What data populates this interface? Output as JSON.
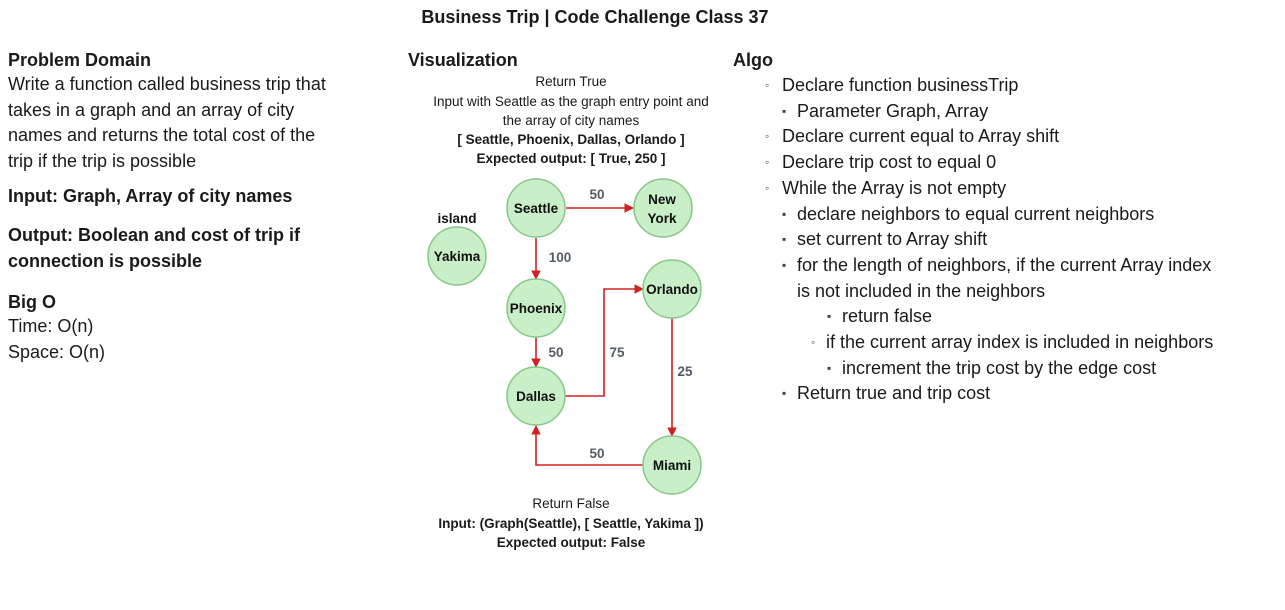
{
  "title": "Business Trip | Code Challenge Class 37",
  "problem_domain": {
    "heading": "Problem Domain",
    "text": [
      "Write a function called business trip that",
      "takes in a graph and an array of city",
      "names and returns the total cost of the",
      "trip if the trip is possible"
    ],
    "input": "Input: Graph, Array of city names",
    "output": [
      "Output: Boolean and cost of trip if",
      "connection is possible"
    ],
    "bigo_heading": "Big O",
    "time": "Time: O(n)",
    "space": "Space: O(n)"
  },
  "visualization": {
    "heading": "Visualization",
    "true_case": {
      "label": "Return True",
      "desc_1": "Input with Seattle as the graph entry point and",
      "desc_2": "the array of city names",
      "input": "[ Seattle, Phoenix, Dallas, Orlando ]",
      "expected": "Expected output: [ True, 250 ]"
    },
    "island_label": "island",
    "nodes": {
      "seattle": "Seattle",
      "newyork_1": "New",
      "newyork_2": "York",
      "yakima": "Yakima",
      "phoenix": "Phoenix",
      "orlando": "Orlando",
      "dallas": "Dallas",
      "miami": "Miami"
    },
    "edges": [
      {
        "from": "Seattle",
        "to": "New York",
        "weight": "50"
      },
      {
        "from": "Seattle",
        "to": "Phoenix",
        "weight": "100"
      },
      {
        "from": "Phoenix",
        "to": "Dallas",
        "weight": "50"
      },
      {
        "from": "Dallas",
        "to": "Orlando",
        "weight": "75"
      },
      {
        "from": "Orlando",
        "to": "Miami",
        "weight": "25"
      },
      {
        "from": "Miami",
        "to": "Dallas",
        "weight": "50"
      }
    ],
    "false_case": {
      "label": "Return False",
      "input": "Input: (Graph(Seattle), [ Seattle, Yakima ])",
      "expected": "Expected output: False"
    },
    "colors": {
      "node_fill": "#c9efc9",
      "node_stroke": "#86c886",
      "edge": "#d42020"
    }
  },
  "algo": {
    "heading": "Algo",
    "items": [
      {
        "level": 1,
        "bullet": "◦",
        "text": "Declare function businessTrip"
      },
      {
        "level": 2,
        "bullet": "▪",
        "text": "Parameter Graph, Array"
      },
      {
        "level": 1,
        "bullet": "◦",
        "text": "Declare current equal to Array shift"
      },
      {
        "level": 1,
        "bullet": "◦",
        "text": "Declare trip cost to equal 0"
      },
      {
        "level": 1,
        "bullet": "◦",
        "text": "While the Array is not empty"
      },
      {
        "level": 2,
        "bullet": "▪",
        "text": "declare neighbors to equal current neighbors"
      },
      {
        "level": 2,
        "bullet": "▪",
        "text": "set current to Array shift"
      },
      {
        "level": 2,
        "bullet": "▪",
        "text": "for the length of neighbors, if the current Array index"
      },
      {
        "level": 2,
        "bullet": "",
        "text": "is not included in the neighbors"
      },
      {
        "level": 4,
        "bullet": "▪",
        "text": "return false"
      },
      {
        "level": 3,
        "bullet": "◦",
        "text": "if the current array index is included in neighbors"
      },
      {
        "level": 4,
        "bullet": "▪",
        "text": "increment the trip cost by the edge cost"
      },
      {
        "level": 2,
        "bullet": "▪",
        "text": "Return true and trip cost"
      }
    ]
  }
}
